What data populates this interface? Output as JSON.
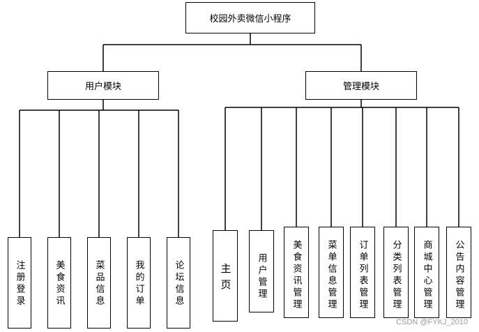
{
  "root": {
    "label": "校园外卖微信小程序"
  },
  "modules": {
    "user": {
      "label": "用户模块",
      "items": [
        "注册登录",
        "美食资讯",
        "菜品信息",
        "我的订单",
        "论坛信息"
      ]
    },
    "admin": {
      "label": "管理模块",
      "items": [
        "主页",
        "用户管理",
        "美食资讯管理",
        "菜单信息管理",
        "订单列表管理",
        "分类列表管理",
        "商城中心管理",
        "公告内容管理"
      ]
    }
  },
  "watermark": "CSDN @FYKJ_2010"
}
